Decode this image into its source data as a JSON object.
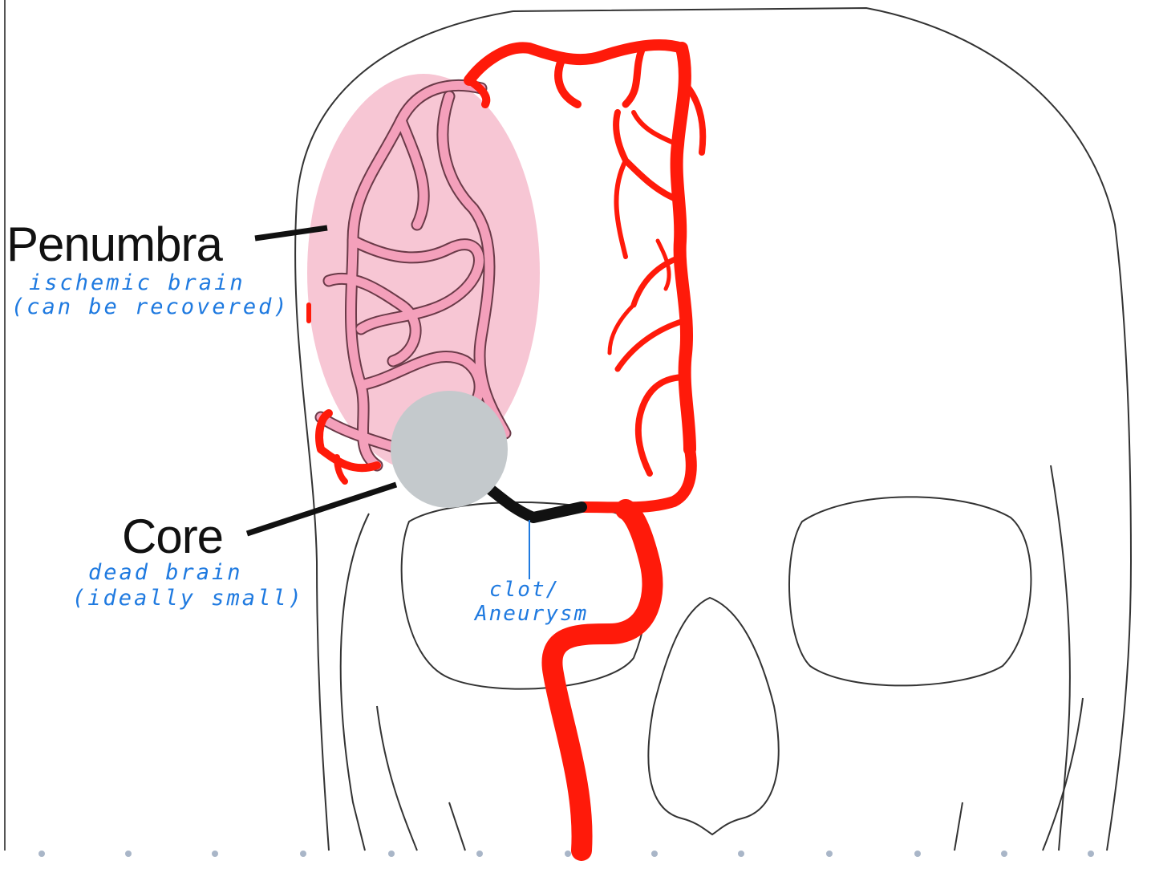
{
  "diagram": {
    "penumbra": {
      "label": "Penumbra",
      "note_line1": "ischemic brain",
      "note_line2": "(can be recovered)"
    },
    "core": {
      "label": "Core",
      "note_line1": "dead brain",
      "note_line2": "(ideally small)"
    },
    "clot": {
      "note_line1": "clot/",
      "note_line2": "Aneurysm"
    }
  },
  "colors": {
    "artery": "#ff1a0a",
    "penumbra_fill": "#f7c6d4",
    "penumbra_vessels": "#f4a0bb",
    "core_fill": "#c4c9cc",
    "skull_outline": "#333333",
    "annotation_blue": "#1f7ae0",
    "leader_line": "#111111"
  }
}
